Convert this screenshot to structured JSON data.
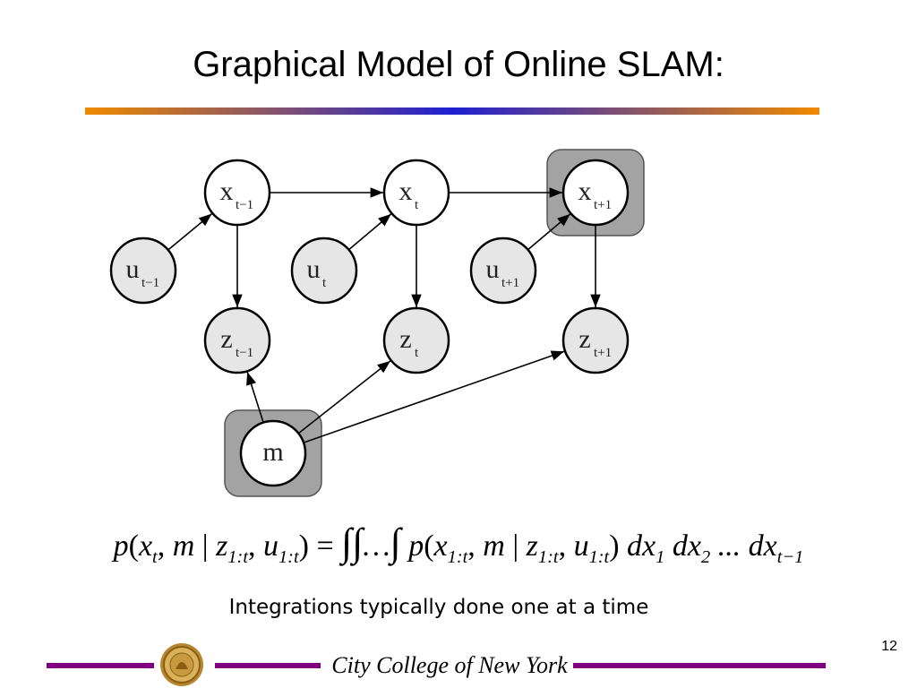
{
  "slide": {
    "title": "Graphical Model of Online SLAM:",
    "caption": "Integrations typically done one at a time",
    "page_number": "12",
    "footer_text": "City College of New York"
  },
  "formula": {
    "text": "p(x_t, m | z_{1:t}, u_{1:t}) = ∫∫…∫ p(x_{1:t}, m | z_{1:t}, u_{1:t}) dx_1 dx_2 ... dx_{t−1}"
  },
  "graph": {
    "nodes": [
      {
        "id": "x_prev",
        "base": "x",
        "sub": "t−1",
        "highlighted": false
      },
      {
        "id": "x_t",
        "base": "x",
        "sub": "t",
        "highlighted": false
      },
      {
        "id": "x_next",
        "base": "x",
        "sub": "t+1",
        "highlighted": true
      },
      {
        "id": "u_prev",
        "base": "u",
        "sub": "t−1",
        "highlighted": false
      },
      {
        "id": "u_t",
        "base": "u",
        "sub": "t",
        "highlighted": false
      },
      {
        "id": "u_next",
        "base": "u",
        "sub": "t+1",
        "highlighted": false
      },
      {
        "id": "z_prev",
        "base": "z",
        "sub": "t−1",
        "highlighted": false
      },
      {
        "id": "z_t",
        "base": "z",
        "sub": "t",
        "highlighted": false
      },
      {
        "id": "z_next",
        "base": "z",
        "sub": "t+1",
        "highlighted": false
      },
      {
        "id": "m",
        "base": "m",
        "sub": "",
        "highlighted": true
      }
    ],
    "edges": [
      {
        "from": "x_prev",
        "to": "x_t"
      },
      {
        "from": "x_t",
        "to": "x_next"
      },
      {
        "from": "u_prev",
        "to": "x_prev"
      },
      {
        "from": "u_t",
        "to": "x_t"
      },
      {
        "from": "u_next",
        "to": "x_next"
      },
      {
        "from": "x_prev",
        "to": "z_prev"
      },
      {
        "from": "x_t",
        "to": "z_t"
      },
      {
        "from": "x_next",
        "to": "z_next"
      },
      {
        "from": "m",
        "to": "z_prev"
      },
      {
        "from": "m",
        "to": "z_t"
      },
      {
        "from": "m",
        "to": "z_next"
      }
    ]
  },
  "colors": {
    "node_fill_white": "#ffffff",
    "node_fill_gray": "#e6e6e6",
    "highlight_box": "#a3a3a3",
    "footer_line": "#800080",
    "bar_orange": "#f08a00",
    "bar_blue": "#1f1fd0"
  }
}
